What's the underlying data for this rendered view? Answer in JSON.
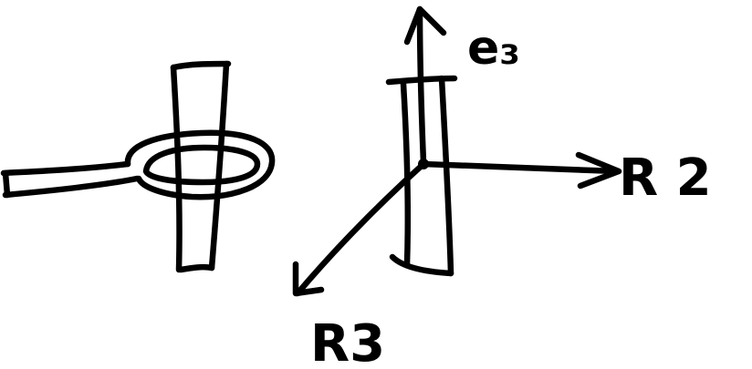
{
  "diagram": {
    "labels": {
      "e3": "e₃",
      "r2": "R 2",
      "r3": "R3"
    }
  }
}
